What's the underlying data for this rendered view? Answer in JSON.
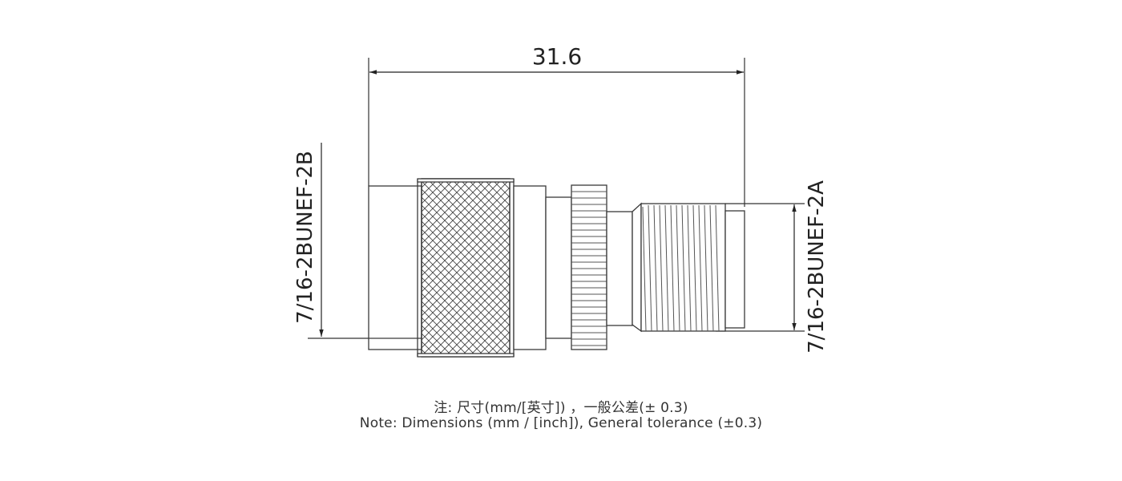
{
  "dimensions": {
    "overall_length": "31.6",
    "left_thread": "7/16-2BUNEF-2B",
    "right_thread": "7/16-2BUNEF-2A"
  },
  "notes": {
    "cn": "注: 尺寸(mm/[英寸]) ，一般公差(± 0.3)",
    "en": "Note: Dimensions (mm / [inch]), General tolerance (±0.3)"
  },
  "colors": {
    "line": "#3a3a3a",
    "text": "#222222"
  }
}
